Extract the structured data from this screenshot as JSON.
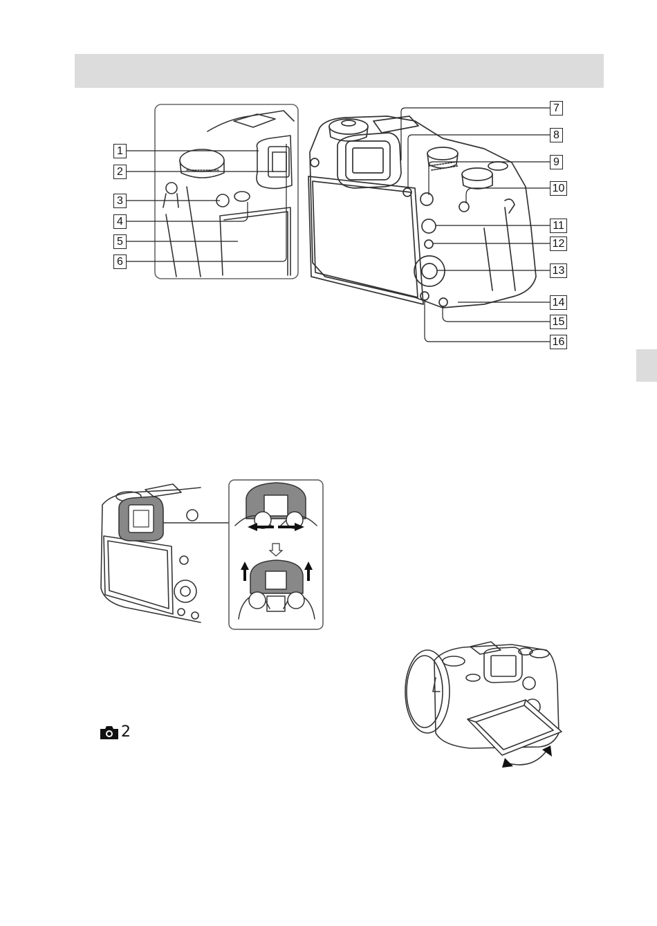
{
  "callouts": [
    "1",
    "2",
    "3",
    "4",
    "5",
    "6",
    "7",
    "8",
    "9",
    "10",
    "11",
    "12",
    "13",
    "14",
    "15",
    "16"
  ],
  "menu_reference": {
    "number": "2"
  }
}
